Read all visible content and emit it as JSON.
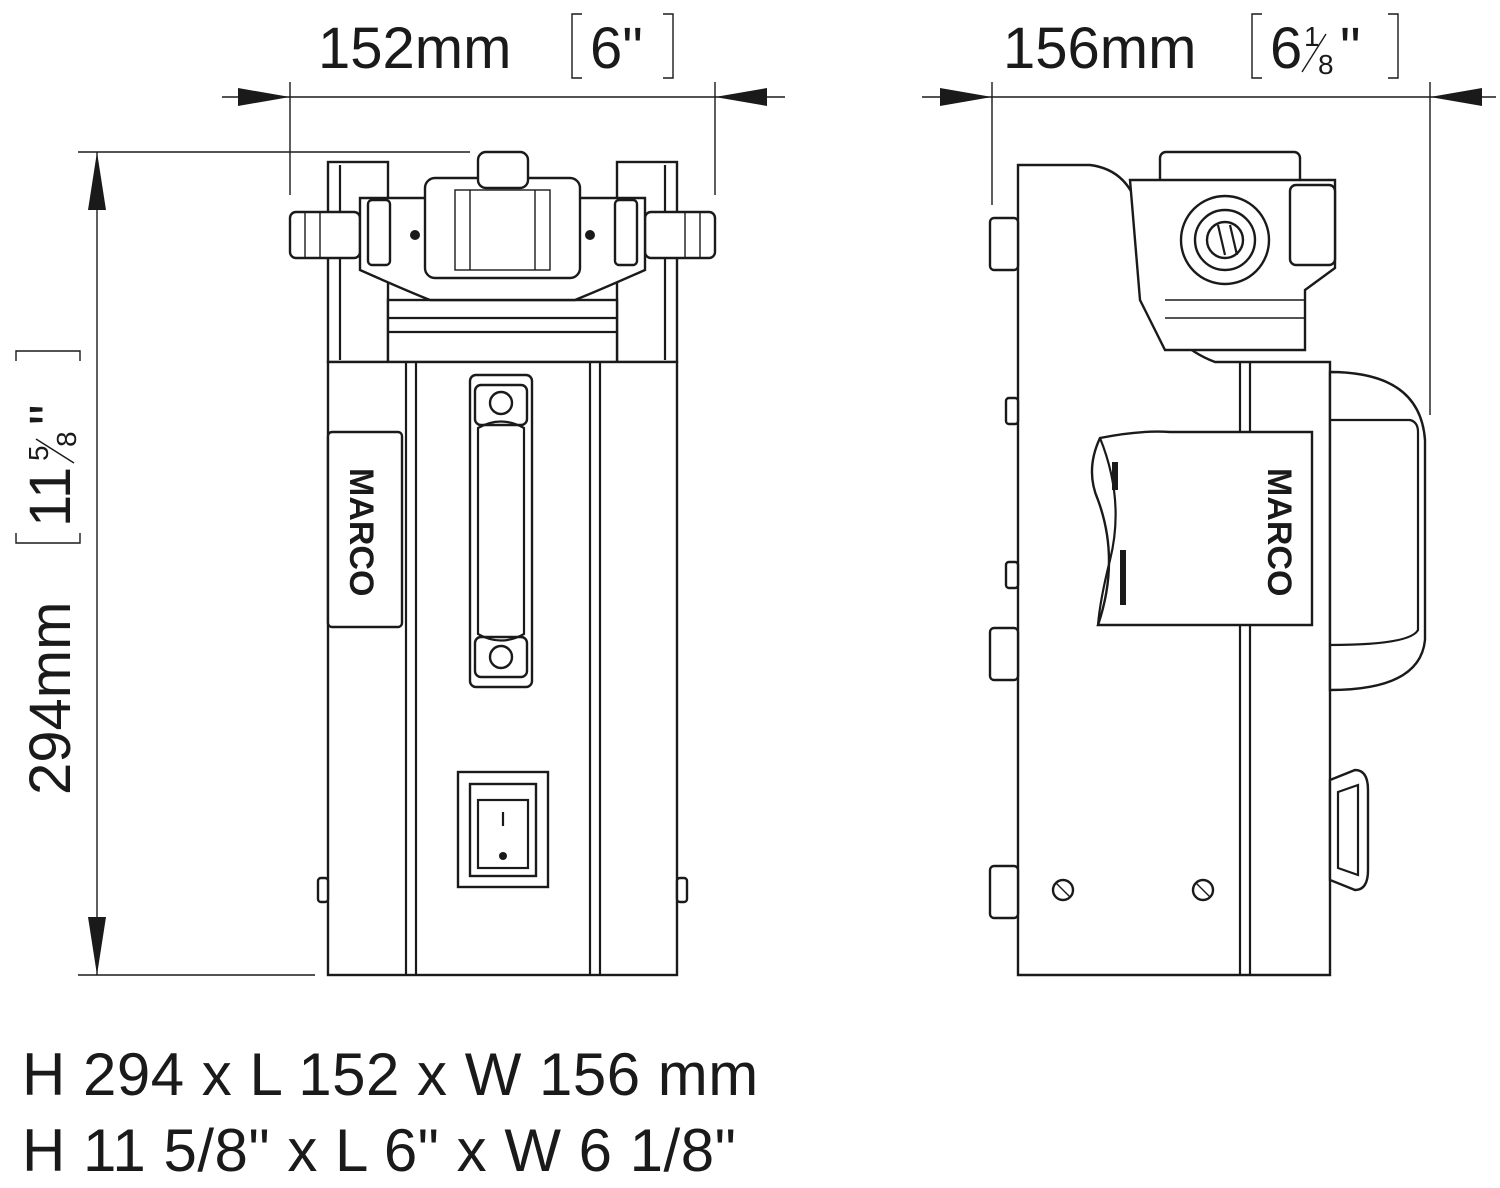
{
  "dimensions": {
    "front_width_mm": "152mm",
    "front_width_in": "6\"",
    "side_width_mm": "156mm",
    "side_width_in_whole": "6",
    "side_width_in_frac_num": "1",
    "side_width_in_frac_den": "8",
    "height_mm": "294mm",
    "height_in_whole": "11",
    "height_in_frac_num": "5",
    "height_in_frac_den": "8"
  },
  "labels": {
    "brand_front": "MARCO",
    "brand_side": "MARCO"
  },
  "summary": {
    "metric": "H 294 x L 152 x W 156 mm",
    "imperial": "H 11 5/8\" x L 6\" x W 6 1/8\""
  },
  "colors": {
    "line": "#1a1a1a",
    "background": "#ffffff"
  }
}
